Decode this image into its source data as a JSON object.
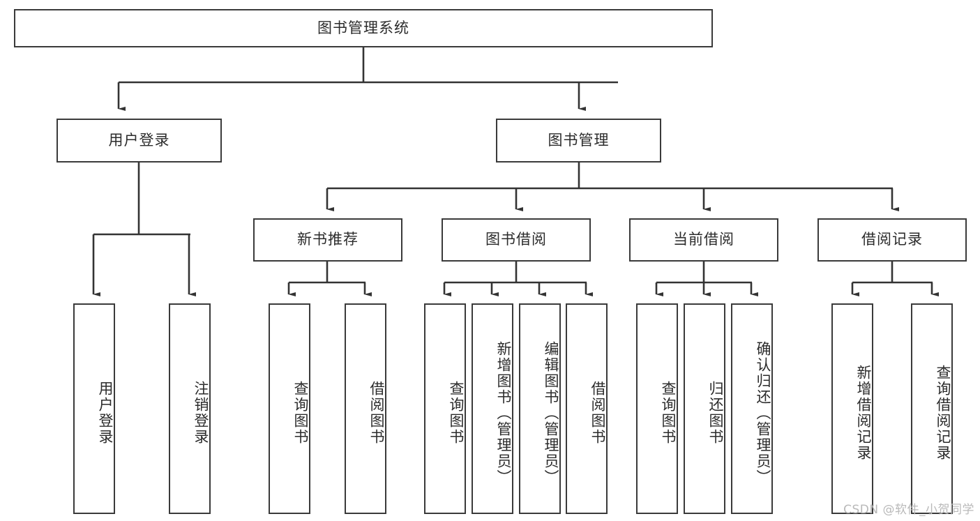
{
  "diagram": {
    "title": "图书管理系统",
    "type": "hierarchy-tree",
    "levels": 4,
    "root": {
      "id": "root",
      "label": "图书管理系统"
    },
    "level2": [
      {
        "id": "user-login",
        "label": "用户登录"
      },
      {
        "id": "book-manage",
        "label": "图书管理"
      }
    ],
    "level3": [
      {
        "id": "new-book-rec",
        "label": "新书推荐",
        "parent": "book-manage"
      },
      {
        "id": "book-borrow",
        "label": "图书借阅",
        "parent": "book-manage"
      },
      {
        "id": "current-borrow",
        "label": "当前借阅",
        "parent": "book-manage"
      },
      {
        "id": "borrow-record",
        "label": "借阅记录",
        "parent": "book-manage"
      }
    ],
    "leaves": [
      {
        "id": "leaf-user-login",
        "label": "用户登录",
        "parent": "user-login"
      },
      {
        "id": "leaf-logout-login",
        "label": "注销登录",
        "parent": "user-login"
      },
      {
        "id": "leaf-query-book-1",
        "label": "查询图书",
        "parent": "new-book-rec"
      },
      {
        "id": "leaf-borrow-book-1",
        "label": "借阅图书",
        "parent": "new-book-rec"
      },
      {
        "id": "leaf-query-book-2",
        "label": "查询图书",
        "parent": "book-borrow"
      },
      {
        "id": "leaf-add-book",
        "label": "新增图书（管理员）",
        "parent": "book-borrow"
      },
      {
        "id": "leaf-edit-book",
        "label": "编辑图书（管理员）",
        "parent": "book-borrow"
      },
      {
        "id": "leaf-borrow-book-2",
        "label": "借阅图书",
        "parent": "book-borrow"
      },
      {
        "id": "leaf-query-book-3",
        "label": "查询图书",
        "parent": "current-borrow"
      },
      {
        "id": "leaf-return-book",
        "label": "归还图书",
        "parent": "current-borrow"
      },
      {
        "id": "leaf-confirm-return",
        "label": "确认归还（管理员）",
        "parent": "current-borrow"
      },
      {
        "id": "leaf-add-record",
        "label": "新增借阅记录",
        "parent": "borrow-record"
      },
      {
        "id": "leaf-query-record",
        "label": "查询借阅记录",
        "parent": "borrow-record"
      }
    ],
    "colors": {
      "border": "#3a3a3a",
      "connector": "#333333",
      "text": "#2b2b2b",
      "background": "#ffffff",
      "watermark": "#b9b9b9"
    }
  },
  "watermark": {
    "text": "CSDN @软件_小贺同学"
  }
}
